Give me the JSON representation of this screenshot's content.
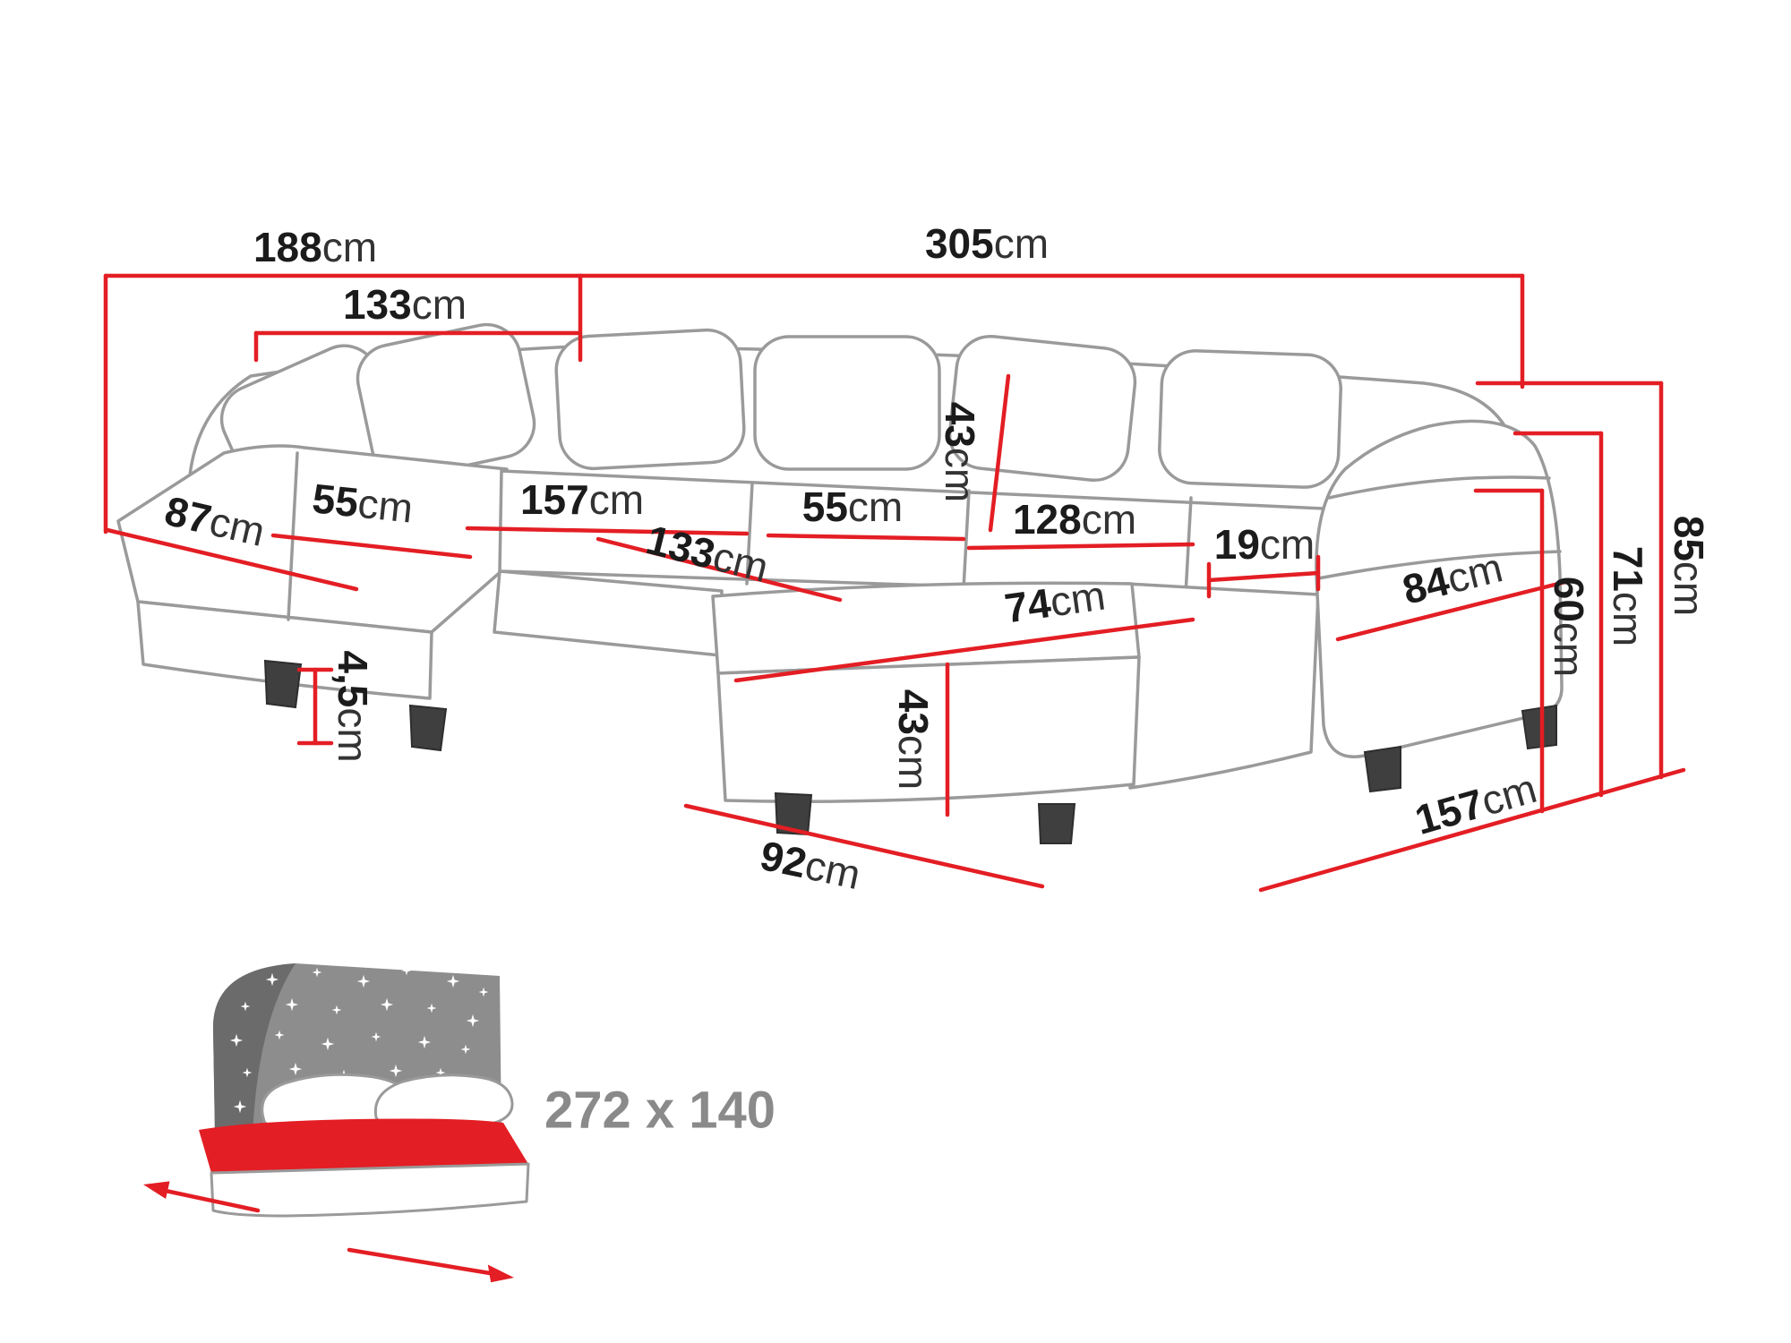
{
  "colors": {
    "dimension_red": "#e31e24",
    "outline_gray": "#9a9a9a",
    "label_dark": "#1b1b1b",
    "leg_dark": "#3f3f3f",
    "bed_gray": "#8d8d8d",
    "bed_dark_gray": "#6b6b6b",
    "sleep_label_gray": "#8a8a8a"
  },
  "dims": {
    "width_left": {
      "value": "188",
      "unit": "cm"
    },
    "width_total": {
      "value": "305",
      "unit": "cm"
    },
    "back_left": {
      "value": "133",
      "unit": "cm"
    },
    "chaise_tip": {
      "value": "87",
      "unit": "cm"
    },
    "cushion_left": {
      "value": "55",
      "unit": "cm"
    },
    "seat_middle": {
      "value": "157",
      "unit": "cm"
    },
    "cushion_mid": {
      "value": "55",
      "unit": "cm"
    },
    "back_cushion_height": {
      "value": "43",
      "unit": "cm"
    },
    "seat_right": {
      "value": "128",
      "unit": "cm"
    },
    "armrest_width": {
      "value": "19",
      "unit": "cm"
    },
    "seat_depth": {
      "value": "133",
      "unit": "cm"
    },
    "ottoman_width": {
      "value": "74",
      "unit": "cm"
    },
    "armrest_length": {
      "value": "84",
      "unit": "cm"
    },
    "ottoman_height": {
      "value": "43",
      "unit": "cm"
    },
    "leg_height": {
      "value": "4,5",
      "unit": "cm"
    },
    "seat_height": {
      "value": "60",
      "unit": "cm"
    },
    "armrest_height": {
      "value": "71",
      "unit": "cm"
    },
    "total_height": {
      "value": "85",
      "unit": "cm"
    },
    "ottoman_depth": {
      "value": "92",
      "unit": "cm"
    },
    "chaise_right_depth": {
      "value": "157",
      "unit": "cm"
    }
  },
  "sleeping_area": {
    "label": "272 x 140"
  }
}
